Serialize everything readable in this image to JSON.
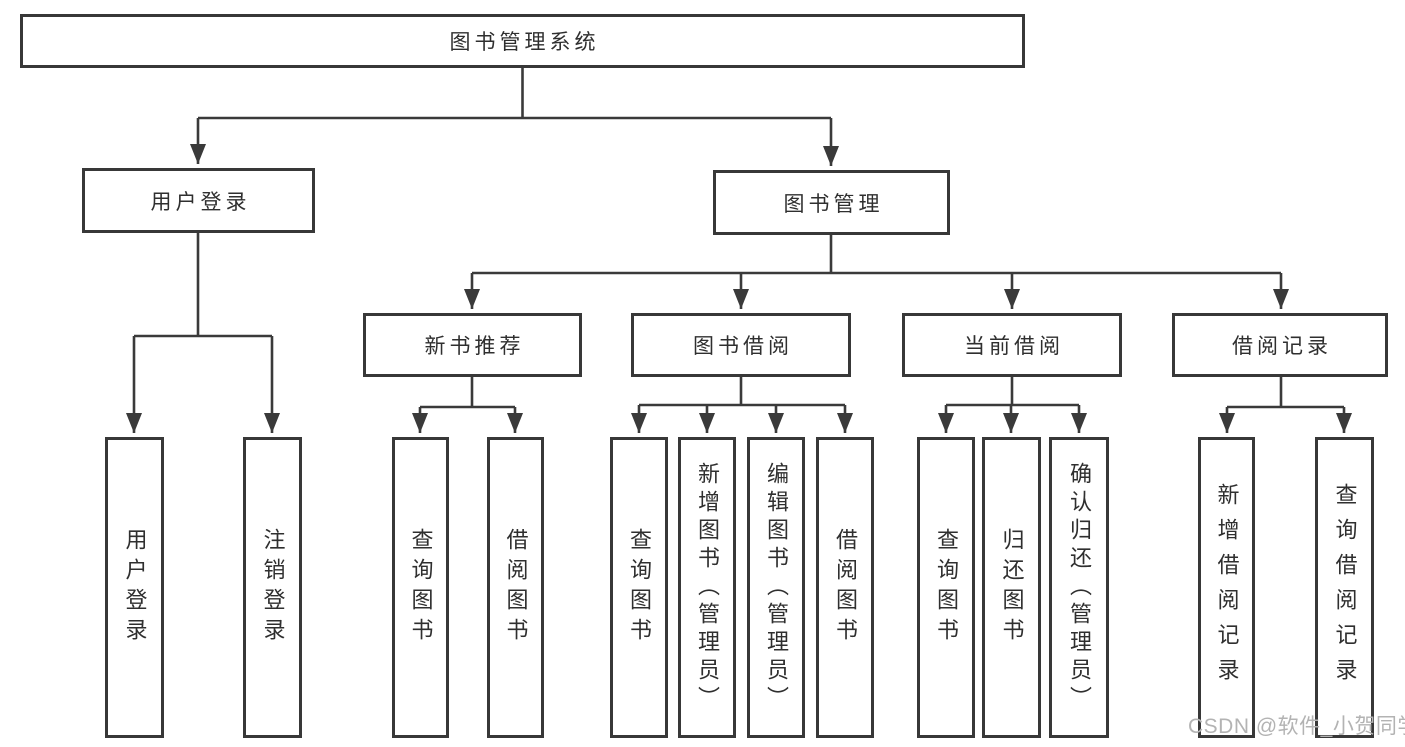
{
  "diagram": {
    "title": "图书管理系统",
    "watermark": "CSDN @软件_小贺同学",
    "colors": {
      "line": "#3a3a3a",
      "box_border": "#383838",
      "text": "#2f2f2f",
      "watermark": "#b3b3b3",
      "background": "#ffffff"
    },
    "nodes": {
      "root": {
        "label": "图书管理系统"
      },
      "user_login": {
        "label": "用户登录"
      },
      "book_mgmt": {
        "label": "图书管理"
      },
      "new_book_rec": {
        "label": "新书推荐"
      },
      "book_borrow": {
        "label": "图书借阅"
      },
      "current_borrow": {
        "label": "当前借阅"
      },
      "borrow_records": {
        "label": "借阅记录"
      },
      "leaf_user_login": {
        "label": "用户登录"
      },
      "leaf_logout": {
        "label": "注销登录"
      },
      "leaf_query_book_1": {
        "label": "查询图书"
      },
      "leaf_borrow_book_1": {
        "label": "借阅图书"
      },
      "leaf_query_book_2": {
        "label": "查询图书"
      },
      "leaf_add_book": {
        "label": "新增图书（管理员）"
      },
      "leaf_edit_book": {
        "label": "编辑图书（管理员）"
      },
      "leaf_borrow_book_2": {
        "label": "借阅图书"
      },
      "leaf_query_book_3": {
        "label": "查询图书"
      },
      "leaf_return_book": {
        "label": "归还图书"
      },
      "leaf_confirm_return": {
        "label": "确认归还（管理员）"
      },
      "leaf_add_record": {
        "label": "新增借阅记录"
      },
      "leaf_query_record": {
        "label": "查询借阅记录"
      }
    },
    "hierarchy": {
      "root": [
        "user_login",
        "book_mgmt"
      ],
      "user_login": [
        "leaf_user_login",
        "leaf_logout"
      ],
      "book_mgmt": [
        "new_book_rec",
        "book_borrow",
        "current_borrow",
        "borrow_records"
      ],
      "new_book_rec": [
        "leaf_query_book_1",
        "leaf_borrow_book_1"
      ],
      "book_borrow": [
        "leaf_query_book_2",
        "leaf_add_book",
        "leaf_edit_book",
        "leaf_borrow_book_2"
      ],
      "current_borrow": [
        "leaf_query_book_3",
        "leaf_return_book",
        "leaf_confirm_return"
      ],
      "borrow_records": [
        "leaf_add_record",
        "leaf_query_record"
      ]
    }
  }
}
